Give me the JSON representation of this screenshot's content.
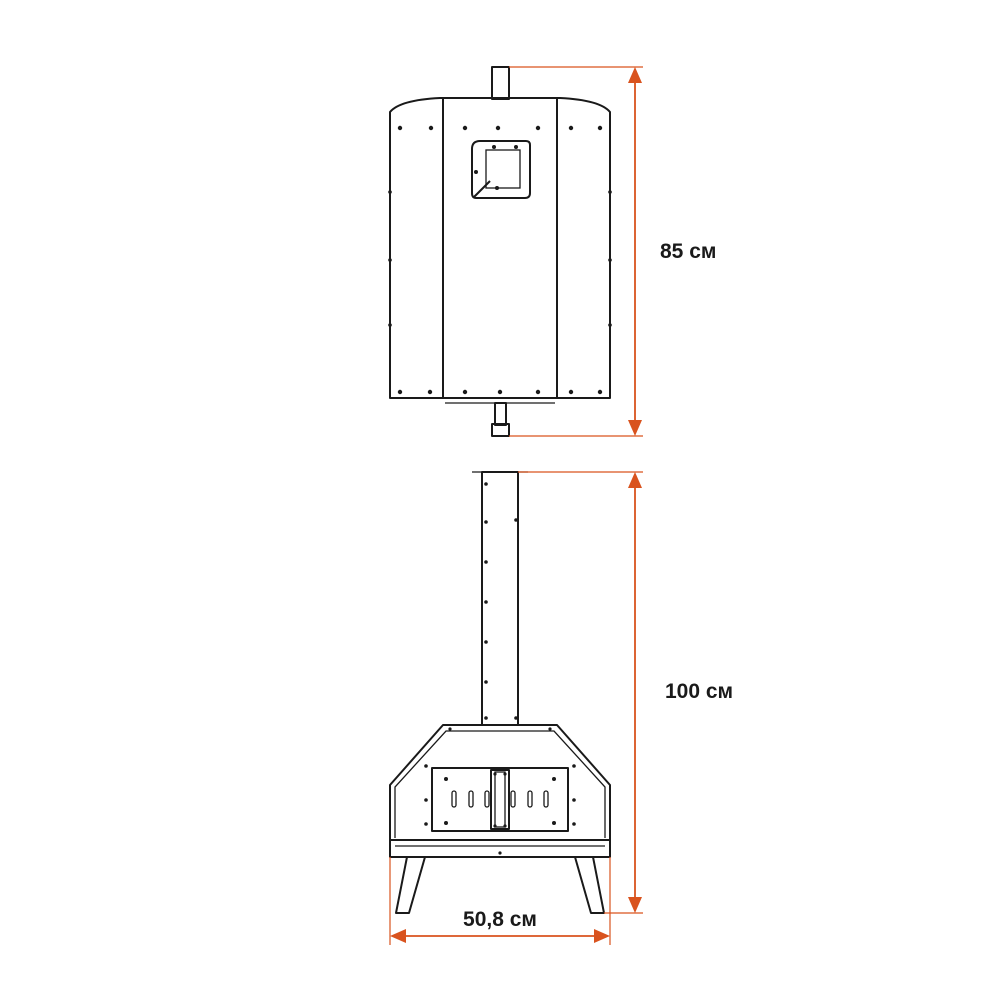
{
  "colors": {
    "line": "#1a1a1a",
    "dimension": "#d9531e",
    "background": "#ffffff"
  },
  "dimensions": {
    "top_view_height": "85 см",
    "front_view_height": "100 см",
    "front_view_width": "50,8 см"
  }
}
